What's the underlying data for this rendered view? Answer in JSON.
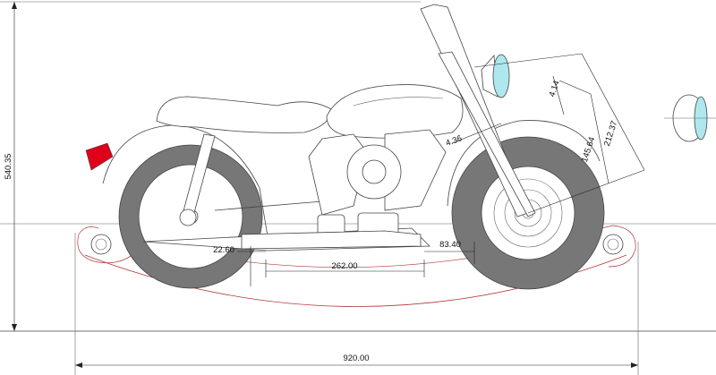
{
  "dimensions": {
    "overall_height": "540.35",
    "overall_width": "920.00",
    "wheel_gap": "262.00",
    "left_offset": "22.60",
    "right_offset": "83.40",
    "fork_dim_1": "4.14",
    "fork_dim_2": "212.37",
    "fork_dim_3": "145.64",
    "fork_dim_4": "4.36"
  },
  "colors": {
    "tire": "#777777",
    "tail_light": "#e0001a",
    "headlight_lens": "#aee8ee",
    "rocker_line": "#b23a3a"
  }
}
